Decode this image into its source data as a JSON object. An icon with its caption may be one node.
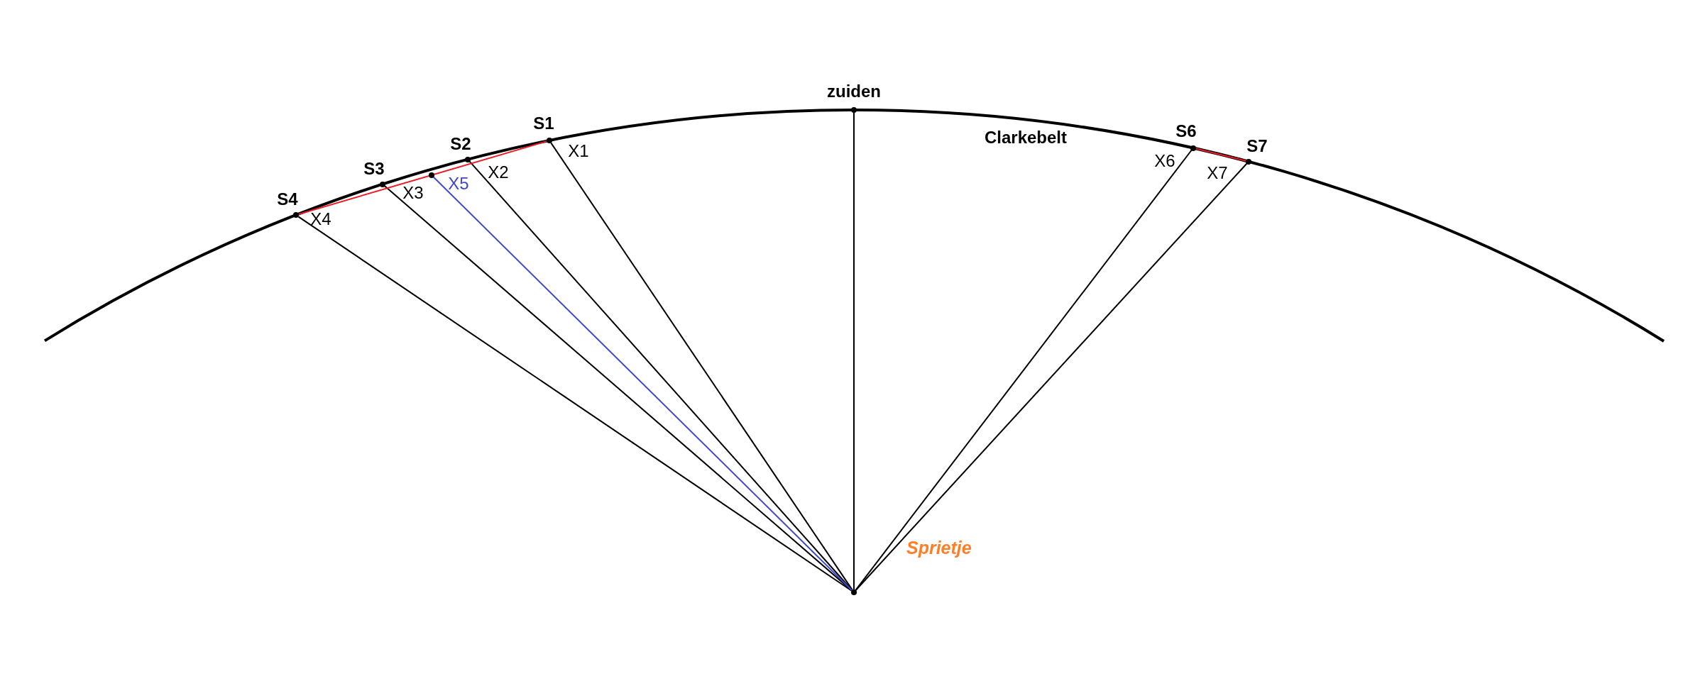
{
  "diagram": {
    "nodes": [
      {
        "text": [],
        "shape": "circle",
        "beside": [
          "zuiden"
        ]
      },
      {
        "text": [],
        "shape": "circle",
        "beside": [
          "S1"
        ]
      },
      {
        "text": [],
        "shape": "circle",
        "beside": [
          "S2"
        ]
      },
      {
        "text": [],
        "shape": "circle",
        "beside": [
          "S3"
        ]
      },
      {
        "text": [],
        "shape": "circle",
        "beside": [
          "S4"
        ]
      },
      {
        "text": [],
        "shape": "circle"
      },
      {
        "text": [],
        "shape": "circle",
        "beside": [
          "S6"
        ]
      },
      {
        "text": [],
        "shape": "circle",
        "beside": [
          "S7"
        ]
      },
      {
        "text": [],
        "shape": "circle",
        "beside": [
          "Sprietje"
        ]
      }
    ],
    "edges": [
      {
        "from": 8,
        "to": 0,
        "arrow": "none"
      },
      {
        "from": 8,
        "to": 1,
        "arrow": "none",
        "label": "X1"
      },
      {
        "from": 8,
        "to": 2,
        "arrow": "none",
        "label": "X2"
      },
      {
        "from": 8,
        "to": 3,
        "arrow": "none",
        "label": "X3"
      },
      {
        "from": 8,
        "to": 4,
        "arrow": "none",
        "label": "X4"
      },
      {
        "from": 8,
        "to": 5,
        "arrow": "none",
        "label": "X5",
        "color": "#3f48cc"
      },
      {
        "from": 8,
        "to": 6,
        "arrow": "none",
        "label": "X6"
      },
      {
        "from": 8,
        "to": 7,
        "arrow": "none",
        "label": "X7"
      },
      {
        "from": 4,
        "to": 1,
        "arrow": "none",
        "color": "#ed1c24"
      },
      {
        "from": 6,
        "to": 7,
        "arrow": "none",
        "color": "#ed1c24"
      }
    ],
    "labels": [
      "Clarkebelt"
    ]
  }
}
